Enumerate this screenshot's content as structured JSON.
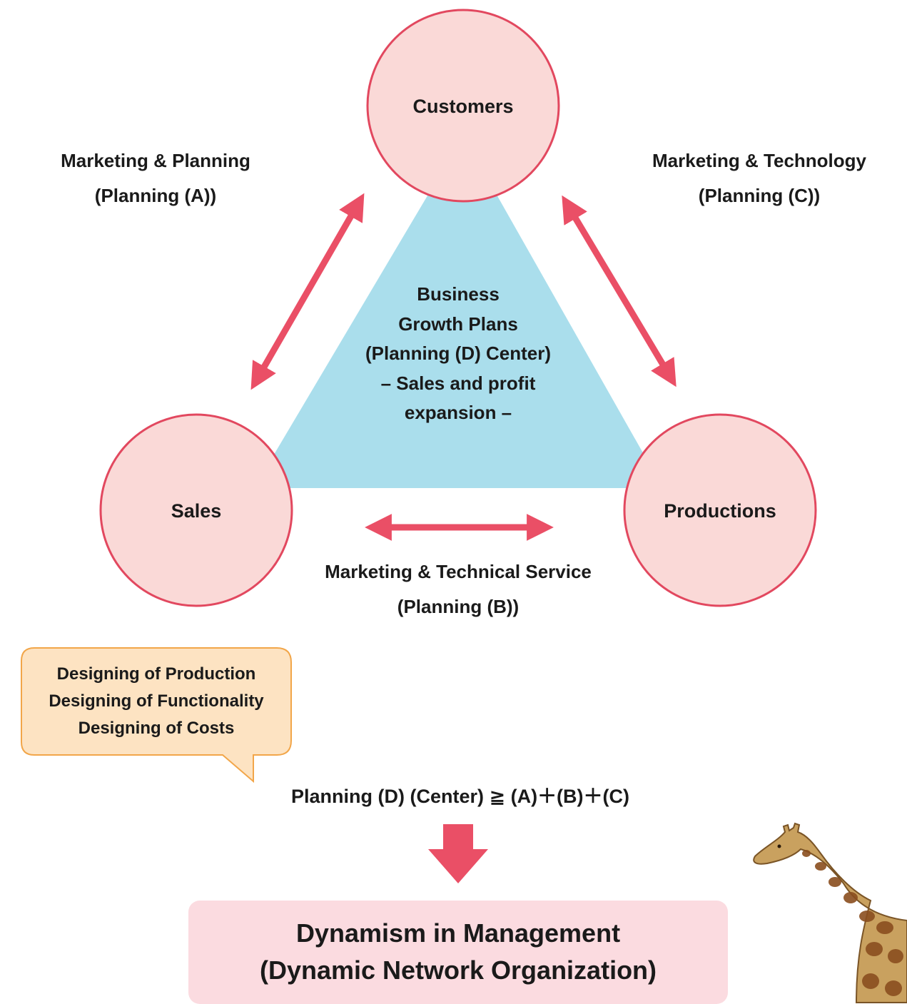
{
  "diagram": {
    "nodes": {
      "customers": "Customers",
      "sales": "Sales",
      "productions": "Productions"
    },
    "center": {
      "lines": [
        "Business",
        "Growth Plans",
        "(Planning (D) Center)",
        "– Sales and profit",
        "expansion –"
      ]
    },
    "links": {
      "a": {
        "line1": "Marketing & Planning",
        "line2": "(Planning (A))"
      },
      "b": {
        "line1": "Marketing & Technical Service",
        "line2": "(Planning (B))"
      },
      "c": {
        "line1": "Marketing & Technology",
        "line2": "(Planning (C))"
      }
    }
  },
  "callout": {
    "lines": [
      "Designing of Production",
      "Designing of Functionality",
      "Designing of Costs"
    ]
  },
  "formula": "Planning (D) (Center) ≧ (A)＋(B)＋(C)",
  "result": {
    "line1": "Dynamism in Management",
    "line2": "(Dynamic Network Organization)"
  },
  "colors": {
    "triangle": "#aadeec",
    "circle_fill": "#fad9d7",
    "circle_stroke": "#e2485f",
    "arrow": "#ea4f66",
    "callout_fill": "#fde3c2",
    "callout_stroke": "#f2a649",
    "result_fill": "#fbdbe0"
  },
  "decoration": "giraffe-illustration"
}
